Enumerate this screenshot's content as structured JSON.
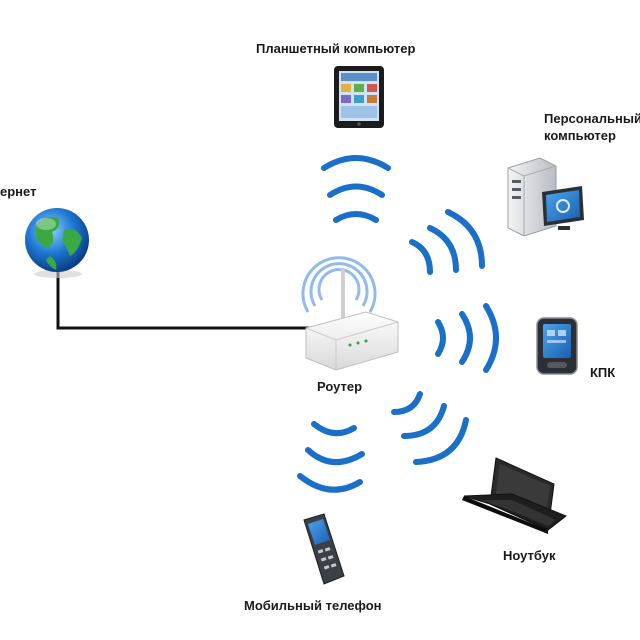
{
  "diagram": {
    "nodes": {
      "tablet": {
        "label": "Планшетный компьютер",
        "icon": "tablet-icon"
      },
      "pc": {
        "label_line1": "Персональный",
        "label_line2": "компьютер",
        "icon": "desktop-computer-icon"
      },
      "internet": {
        "label": "ернет",
        "icon": "globe-icon"
      },
      "pda": {
        "label": "КПК",
        "icon": "pda-icon"
      },
      "router": {
        "label": "Роутер",
        "icon": "router-icon"
      },
      "notebook": {
        "label": "Ноутбук",
        "icon": "laptop-icon"
      },
      "phone": {
        "label": "Мобильный телефон",
        "icon": "mobile-phone-icon"
      }
    },
    "colors": {
      "wave": "#1a6fc9",
      "wave_light": "#7fb0e6",
      "wire": "#111111",
      "router_body": "#f2f2f2",
      "globe_ocean": "#1f78d1",
      "globe_land": "#3aa843"
    }
  }
}
